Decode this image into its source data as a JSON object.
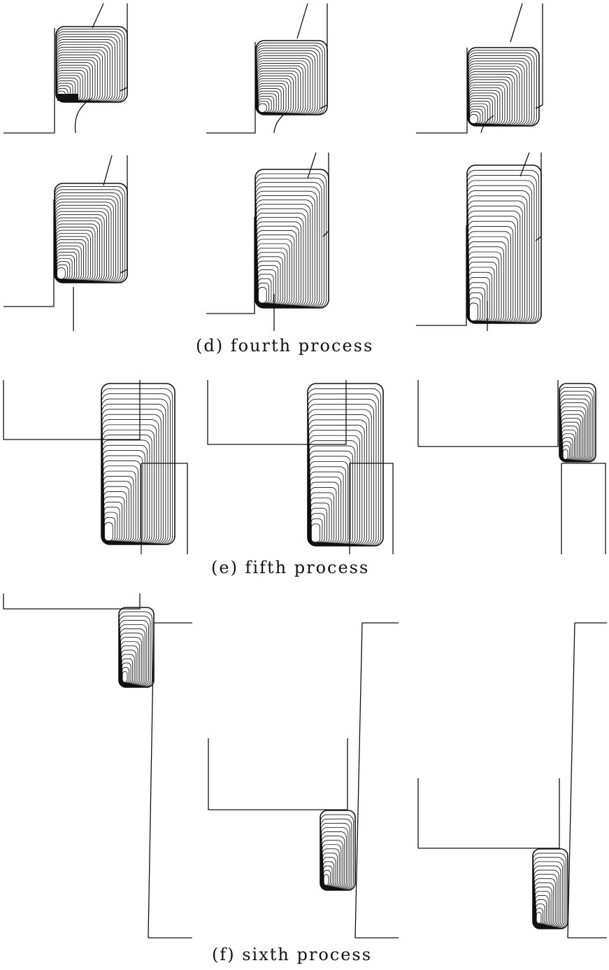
{
  "figure": {
    "captions": {
      "d": "(d) fourth process",
      "e": "(e) fifth process",
      "f": "(f) sixth process"
    },
    "colors": {
      "ink": "#111111",
      "background": "#ffffff"
    }
  }
}
